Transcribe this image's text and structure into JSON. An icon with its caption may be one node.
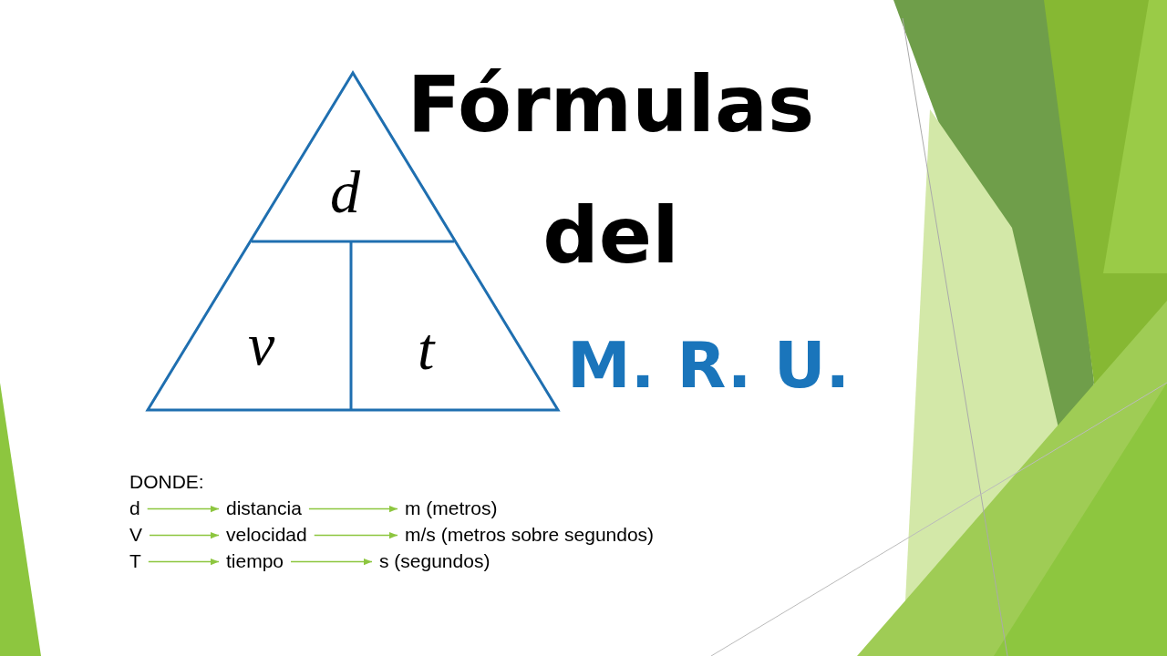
{
  "diagram": {
    "title": "Fórmulas del",
    "nodes": [
      {
        "text": [],
        "shape": "triangle"
      },
      {
        "text": [
          "d"
        ],
        "in": 0
      },
      {
        "text": [
          "v"
        ],
        "in": 0
      },
      {
        "text": [
          "t"
        ],
        "in": 0
      },
      {
        "text": [
          "d"
        ]
      },
      {
        "text": [
          "distancia"
        ]
      },
      {
        "text": [
          "m (metros)"
        ]
      },
      {
        "text": [
          "V"
        ]
      },
      {
        "text": [
          "velocidad"
        ]
      },
      {
        "text": [
          "m/s (metros sobre segundos)"
        ]
      },
      {
        "text": [
          "T"
        ]
      },
      {
        "text": [
          "tiempo"
        ]
      },
      {
        "text": [
          "s (segundos)"
        ]
      }
    ],
    "edges": [
      {
        "from": 4,
        "to": 5,
        "arrow": "to"
      },
      {
        "from": 5,
        "to": 6,
        "arrow": "to"
      },
      {
        "from": 7,
        "to": 8,
        "arrow": "to"
      },
      {
        "from": 8,
        "to": 9,
        "arrow": "to"
      },
      {
        "from": 10,
        "to": 11,
        "arrow": "to"
      },
      {
        "from": 11,
        "to": 12,
        "arrow": "to"
      }
    ],
    "labels": [
      "M. R. U.",
      "DONDE:"
    ]
  }
}
